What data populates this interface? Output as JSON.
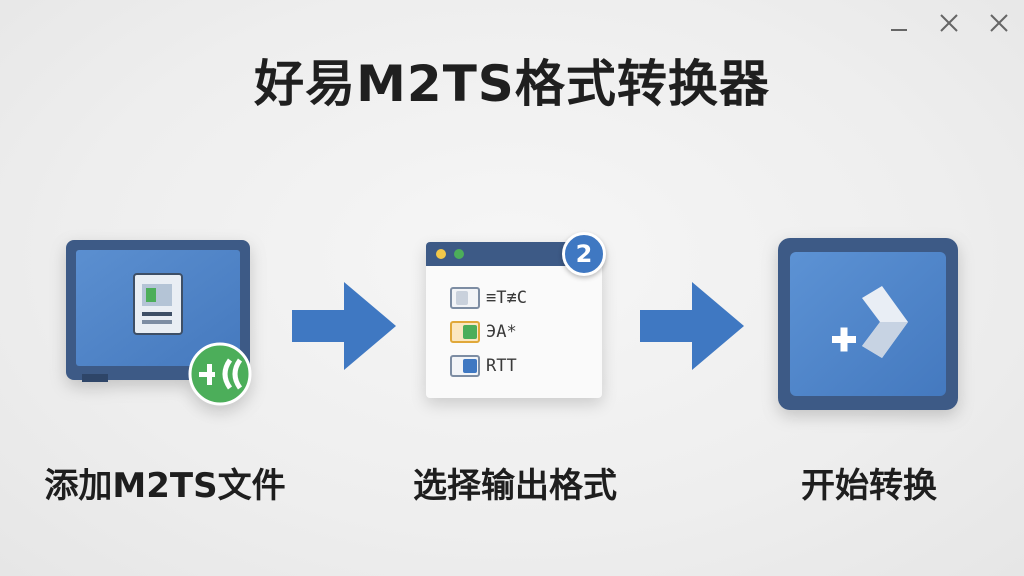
{
  "window_controls": {
    "minimize_icon": "minimize-icon",
    "maximize_icon": "close-icon",
    "close_icon": "close-icon"
  },
  "title": "好易M2TS格式转换器",
  "steps": [
    {
      "label": "添加M2TS文件",
      "icon": "monitor-file-icon",
      "badge_text": "+",
      "badge_icon": "add-file-badge-icon"
    },
    {
      "label": "选择输出格式",
      "icon": "format-window-icon",
      "badge_text": "2",
      "options": [
        {
          "text": "≡T≢C"
        },
        {
          "text": "ЭA*"
        },
        {
          "text": "RTT"
        }
      ]
    },
    {
      "label": "开始转换",
      "icon": "convert-play-icon"
    }
  ],
  "colors": {
    "accent_blue": "#3f78c2",
    "dark_blue": "#3d5a86",
    "green": "#4cae5a",
    "orange": "#f2b64a",
    "title_text": "#1f1f1f"
  }
}
